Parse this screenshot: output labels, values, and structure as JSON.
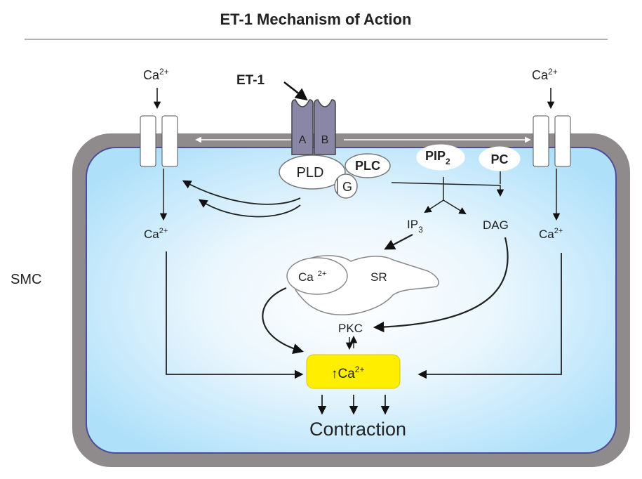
{
  "title": "ET-1 Mechanism of Action",
  "cell_label": "SMC",
  "ligand": "ET-1",
  "receptor": {
    "a": "A",
    "b": "B"
  },
  "enzymes": {
    "pld": "PLD",
    "plc": "PLC",
    "g": "G"
  },
  "substrates": {
    "pip": "PIP",
    "pip_sub": "2",
    "pc": "PC"
  },
  "messengers": {
    "ip": "IP",
    "ip_sub": "3",
    "dag": "DAG",
    "pkc": "PKC"
  },
  "organelle": {
    "sr": "SR",
    "ca": "Ca",
    "ca_sup": "2+"
  },
  "calcium": {
    "ext_left": "Ca",
    "ext_right": "Ca",
    "int_left": "Ca",
    "int_right": "Ca",
    "sup": "2+",
    "central": "↑Ca",
    "central_sup": "2+"
  },
  "outcome": "Contraction",
  "colors": {
    "membrane": "#8f8a8b",
    "membrane_border": "#55509a",
    "cytoplasm_edge": "#aee0fa",
    "cytoplasm_center": "#ffffff",
    "highlight": "#ffee00"
  }
}
